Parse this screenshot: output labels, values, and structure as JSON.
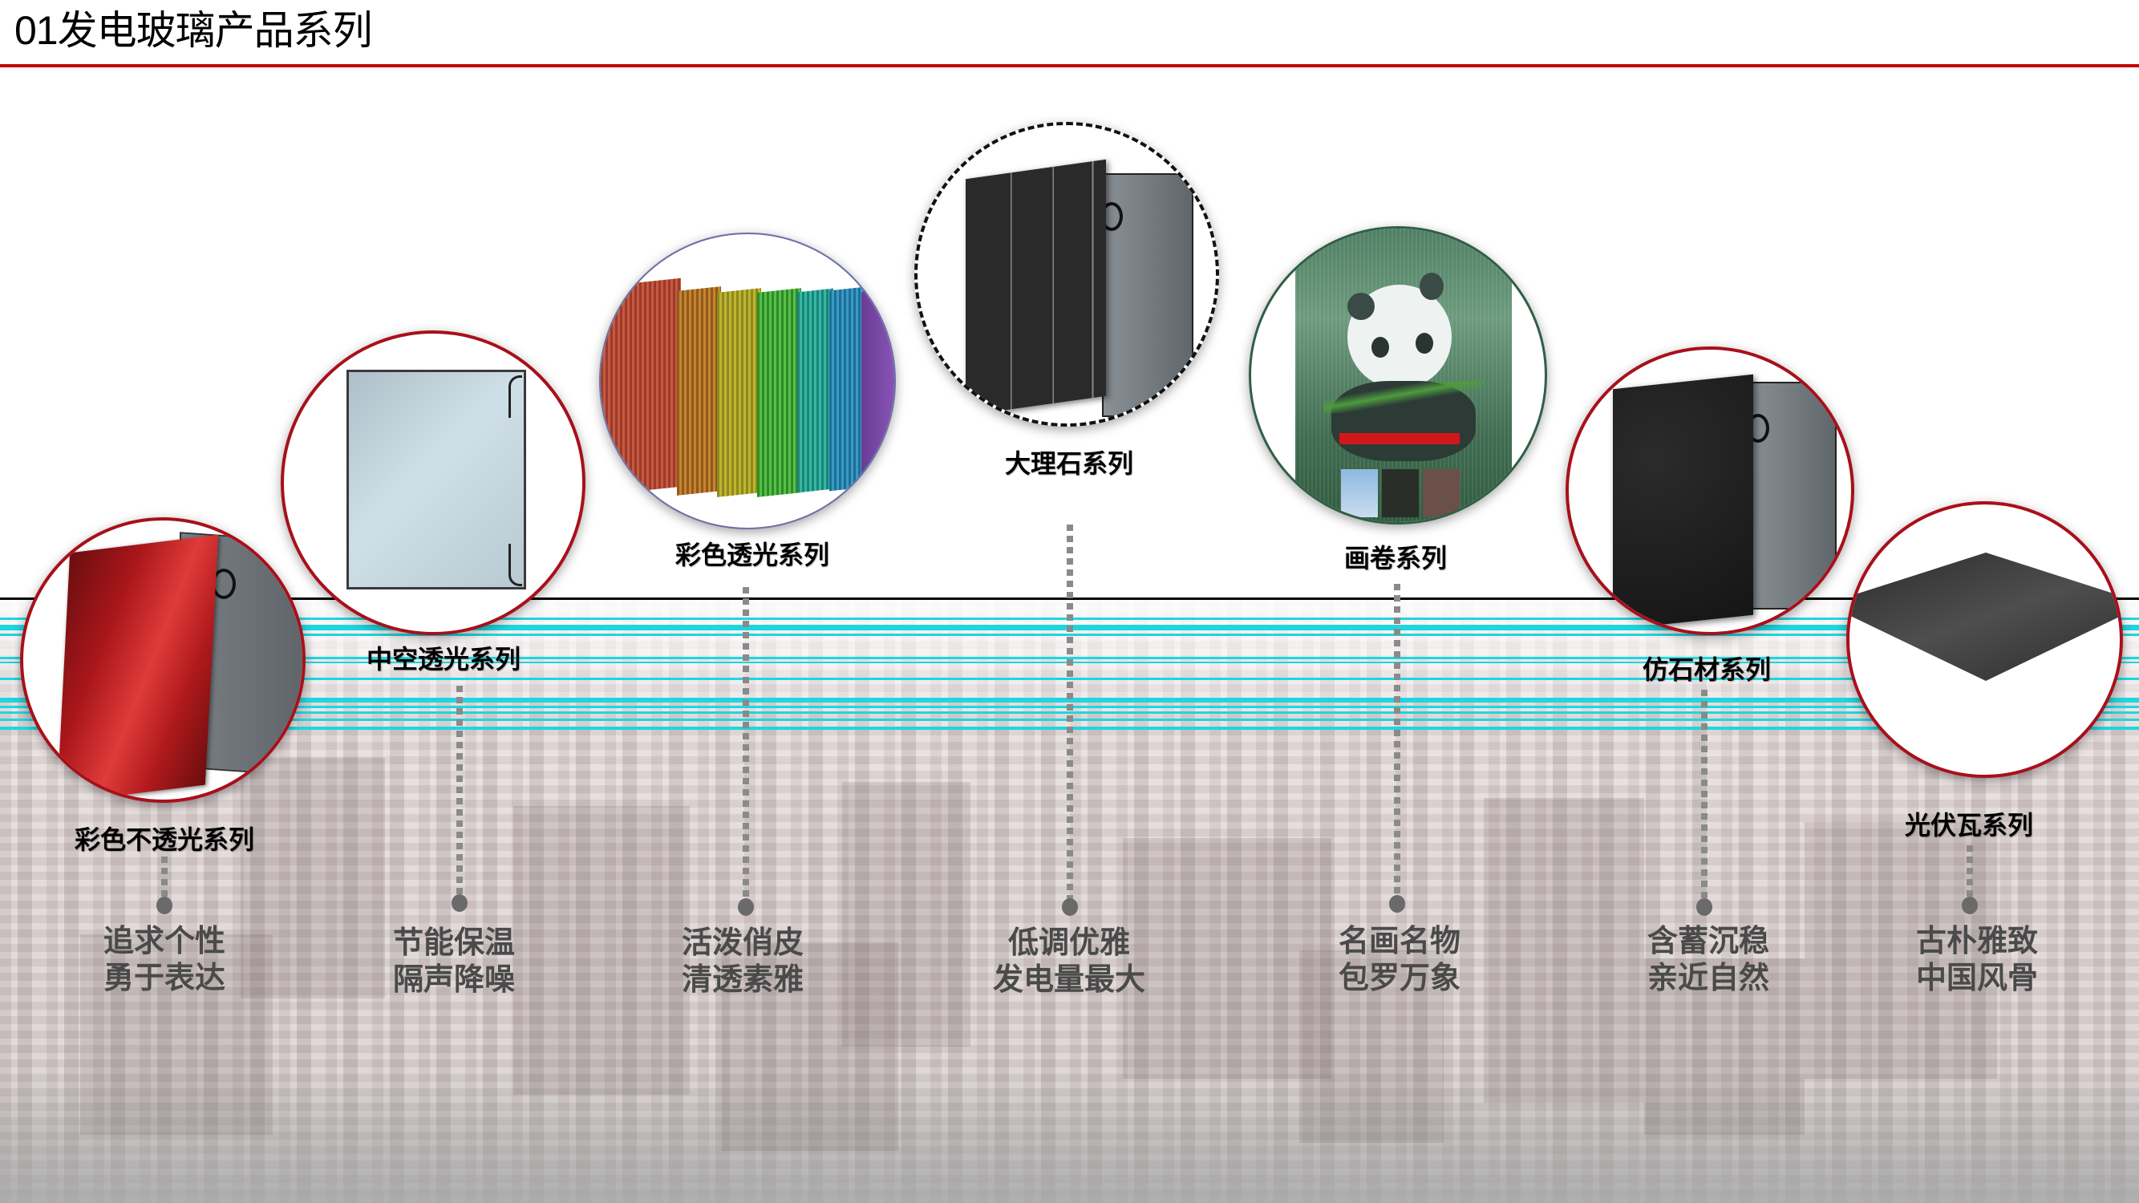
{
  "header": {
    "title": "01发电玻璃产品系列",
    "rule_color": "#c00000"
  },
  "theme": {
    "cyan": "#1ed6df",
    "circle_border_red": "#a8101a",
    "label_color": "#000000",
    "desc_color": "#4a4a4a"
  },
  "products": [
    {
      "name": "彩色不透光系列",
      "desc_line1": "追求个性",
      "desc_line2": "勇于表达",
      "image": "red-opaque-glass-panel"
    },
    {
      "name": "中空透光系列",
      "desc_line1": "节能保温",
      "desc_line2": "隔声降噪",
      "image": "hollow-transparent-glass-panel"
    },
    {
      "name": "彩色透光系列",
      "desc_line1": "活泼俏皮",
      "desc_line2": "清透素雅",
      "image": "rainbow-translucent-panels"
    },
    {
      "name": "大理石系列",
      "desc_line1": "低调优雅",
      "desc_line2": "发电量最大",
      "image": "black-marble-panel"
    },
    {
      "name": "画卷系列",
      "desc_line1": "名画名物",
      "desc_line2": "包罗万象",
      "image": "panda-painting-panel"
    },
    {
      "name": "仿石材系列",
      "desc_line1": "含蓄沉稳",
      "desc_line2": "亲近自然",
      "image": "stone-texture-panel"
    },
    {
      "name": "光伏瓦系列",
      "desc_line1": "古朴雅致",
      "desc_line2": "中国风骨",
      "image": "pv-tile"
    }
  ]
}
